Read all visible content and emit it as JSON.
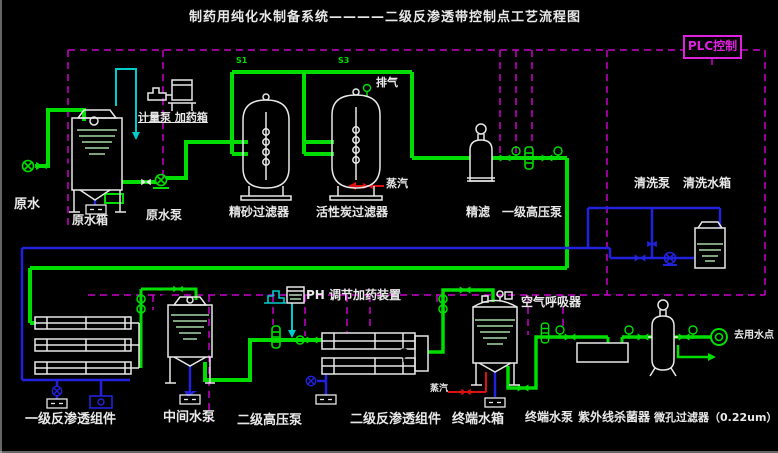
{
  "title": "制药用纯化水制备系统————二级反渗透带控制点工艺流程图",
  "plc": "PLC控制",
  "labels": {
    "raw_water": "原水",
    "raw_water_tank": "原水箱",
    "raw_water_pump": "原水泵",
    "metering_pump_dosing_tank": "计量泵 加药箱",
    "sand_filter": "精砂过滤器",
    "carbon_filter": "活性炭过滤器",
    "exhaust": "排气",
    "steam_carbon": "蒸汽",
    "fine_filter": "精滤",
    "hp_pump1": "一级高压泵",
    "cleaning_pump": "清洗泵",
    "cleaning_tank": "清洗水箱",
    "ro1": "一级反渗透组件",
    "mid_pump": "中间水泵",
    "ph_dosing": "PH 调节加药装置",
    "hp_pump2": "二级高压泵",
    "ro2": "二级反渗透组件",
    "air_breather": "空气呼吸器",
    "terminal_tank": "终端水箱",
    "terminal_pump": "终端水泵",
    "uv_sterilizer": "紫外线杀菌器",
    "micro_filter": "微孔过滤器（0.22um）",
    "use_point": "去用水点",
    "steam_terminal": "蒸汽",
    "tag_s1": "S1",
    "tag_s3": "S3"
  },
  "colors": {
    "background": "#000000",
    "pipe_green": "#00dd00",
    "pipe_blue": "#2222dd",
    "dosing_cyan": "#00cccc",
    "control_magenta": "#cc00cc",
    "steam_red": "#dd1111",
    "equipment_white": "#e8e8e8",
    "level_green": "#a8d8a8"
  }
}
